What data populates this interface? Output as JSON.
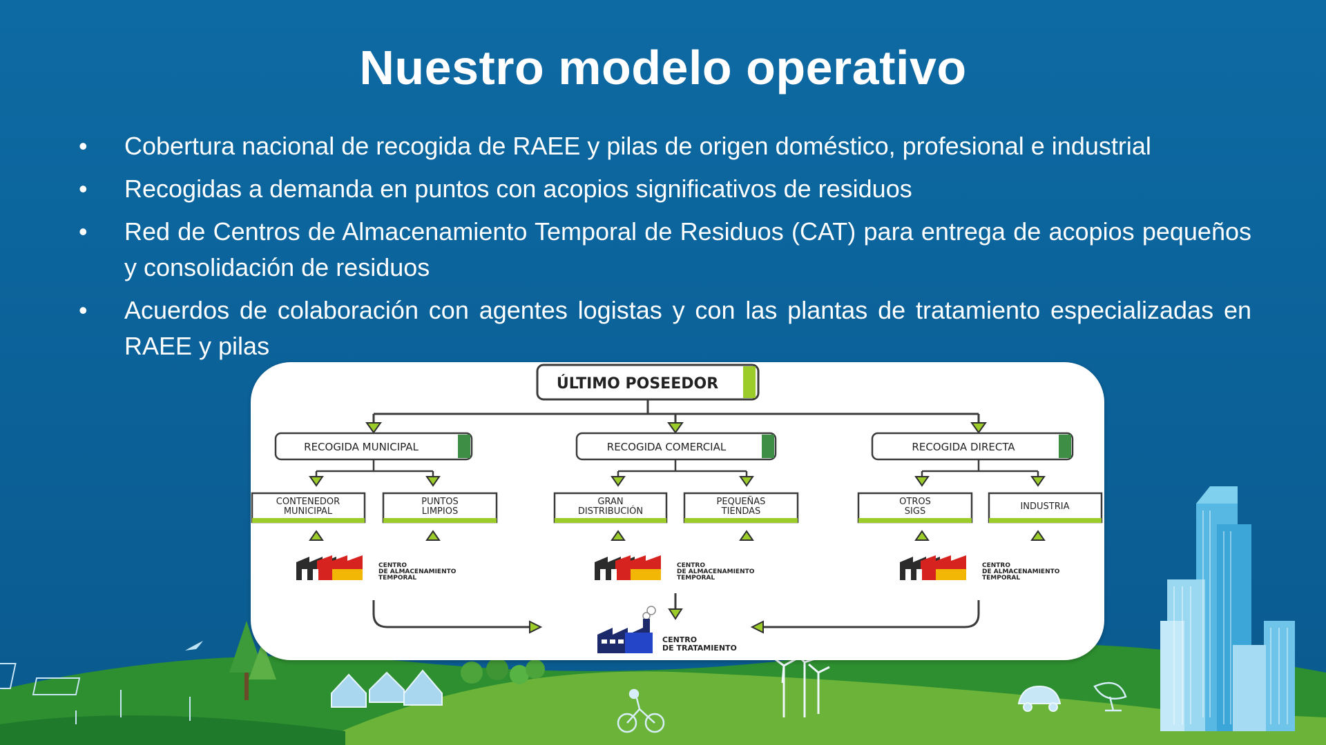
{
  "slide": {
    "title": "Nuestro modelo operativo",
    "bullets": [
      "Cobertura nacional de recogida de RAEE y pilas de origen doméstico, profesional e industrial",
      "Recogidas a demanda en puntos con acopios significativos de residuos",
      "Red de Centros de Almacenamiento Temporal de Residuos (CAT) para entrega de acopios pequeños y consolidación de residuos",
      "Acuerdos de colaboración con agentes logistas y con las plantas de tratamiento especializadas en RAEE y pilas"
    ]
  },
  "diagram": {
    "top_node": "ÚLTIMO POSEEDOR",
    "channels": [
      {
        "label": "RECOGIDA MUNICIPAL",
        "sources": [
          [
            "CONTENEDOR",
            "MUNICIPAL"
          ],
          [
            "PUNTOS",
            "LIMPIOS"
          ]
        ]
      },
      {
        "label": "RECOGIDA COMERCIAL",
        "sources": [
          [
            "GRAN",
            "DISTRIBUCIÓN"
          ],
          [
            "PEQUEÑAS",
            "TIENDAS"
          ]
        ]
      },
      {
        "label": "RECOGIDA DIRECTA",
        "sources": [
          [
            "OTROS",
            "SIGS"
          ],
          [
            "INDUSTRIA"
          ]
        ]
      }
    ],
    "storage_label": [
      "CENTRO",
      "DE ALMACENAMIENTO",
      "TEMPORAL"
    ],
    "treatment_label": [
      "CENTRO",
      "DE TRATAMIENTO"
    ],
    "colors": {
      "accent_green": "#9ccc2a",
      "dark_green": "#3f8e46",
      "red": "#d6231f",
      "yellow": "#f2b705",
      "navy": "#1c2a6b"
    }
  }
}
